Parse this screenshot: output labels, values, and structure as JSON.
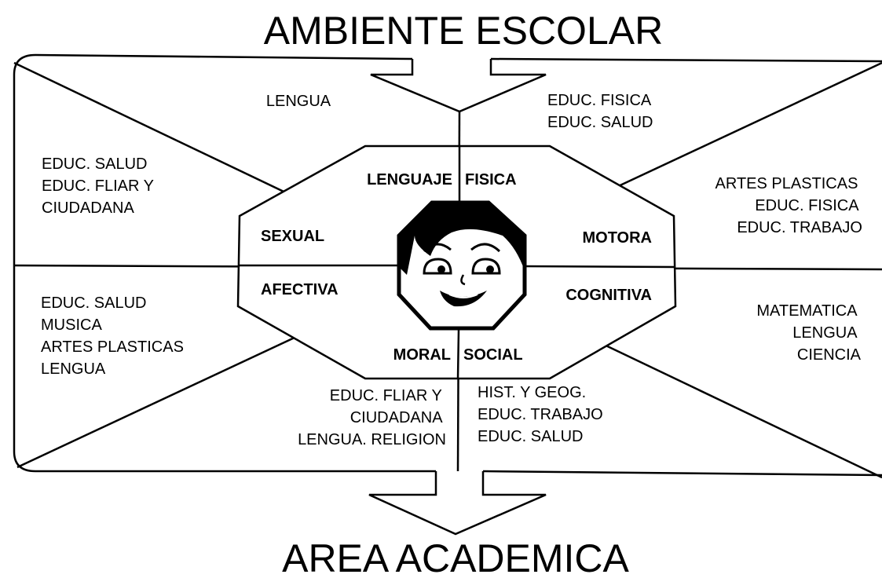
{
  "diagram": {
    "top_title": "AMBIENTE ESCOLAR",
    "bottom_title": "AREA ACADEMICA",
    "dimensions": {
      "lenguaje": "LENGUAJE",
      "fisica": "FISICA",
      "sexual": "SEXUAL",
      "motora": "MOTORA",
      "afectiva": "AFECTIVA",
      "cognitiva": "COGNITIVA",
      "moral": "MORAL",
      "social": "SOCIAL"
    },
    "subject_groups": {
      "top_left": [
        "LENGUA"
      ],
      "top_right": [
        "EDUC. FISICA",
        "EDUC. SALUD"
      ],
      "upper_left": [
        "EDUC. SALUD",
        "EDUC. FLIAR Y",
        "CIUDADANA"
      ],
      "upper_right": [
        "ARTES PLASTICAS",
        "EDUC. FISICA",
        "EDUC. TRABAJO"
      ],
      "lower_left": [
        "EDUC. SALUD",
        "MUSICA",
        "ARTES PLASTICAS",
        "LENGUA"
      ],
      "lower_right": [
        "MATEMATICA",
        "LENGUA",
        "CIENCIA"
      ],
      "bottom_left": [
        "EDUC. FLIAR Y",
        "CIUDADANA",
        "LENGUA.   RELIGION"
      ],
      "bottom_right": [
        "HIST. Y GEOG.",
        "EDUC. TRABAJO",
        "EDUC. SALUD"
      ]
    }
  }
}
